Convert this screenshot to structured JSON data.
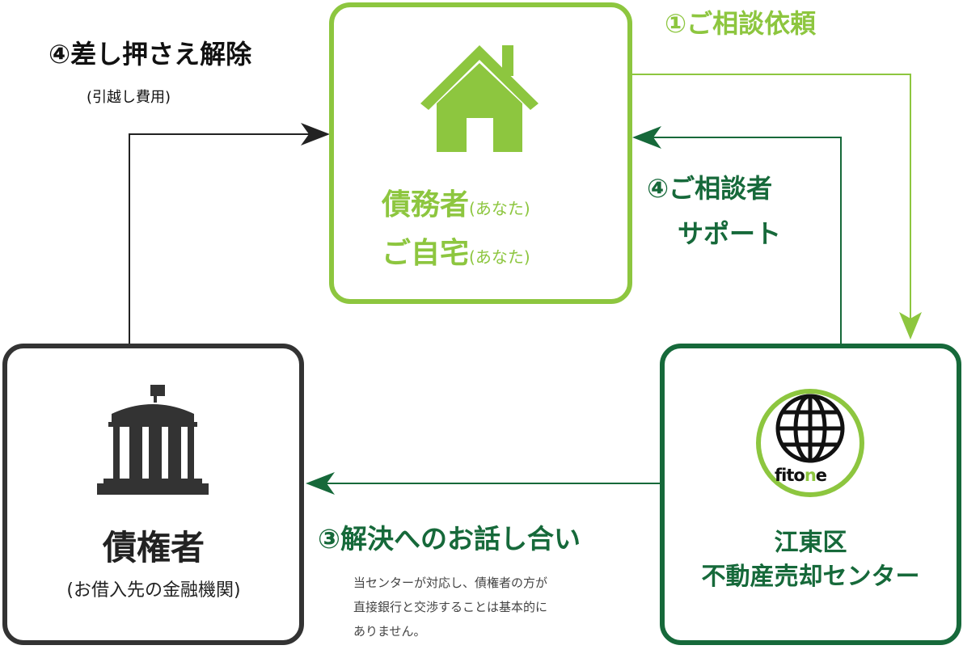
{
  "debtor": {
    "title_main": "債務者",
    "title_sub": "(あなた)",
    "home_main": "ご自宅",
    "home_sub": "(あなた)"
  },
  "creditor": {
    "title": "債権者",
    "subtitle": "(お借入先の金融機関)"
  },
  "center": {
    "line1": "江東区",
    "line2": "不動産売却センター",
    "logo_text_a": "fito",
    "logo_text_b": "n",
    "logo_text_c": "e"
  },
  "steps": {
    "step1": "①ご相談依頼",
    "step4_release": "④差し押さえ解除",
    "step4_release_sub": "(引越し費用)",
    "step4_support_line1": "④ご相談者",
    "step4_support_line2": "サポート",
    "step3": "③解決へのお話し合い"
  },
  "note": {
    "line1": "当センターが対応し、債権者の方が",
    "line2": "直接銀行と交渉することは基本的に",
    "line3": "ありません。"
  },
  "colors": {
    "light_green": "#8dc63f",
    "dark_green": "#16693a",
    "dark_gray": "#333333"
  },
  "icons": {
    "debtor": "house-icon",
    "creditor": "bank-icon",
    "center": "globe-logo-icon"
  }
}
